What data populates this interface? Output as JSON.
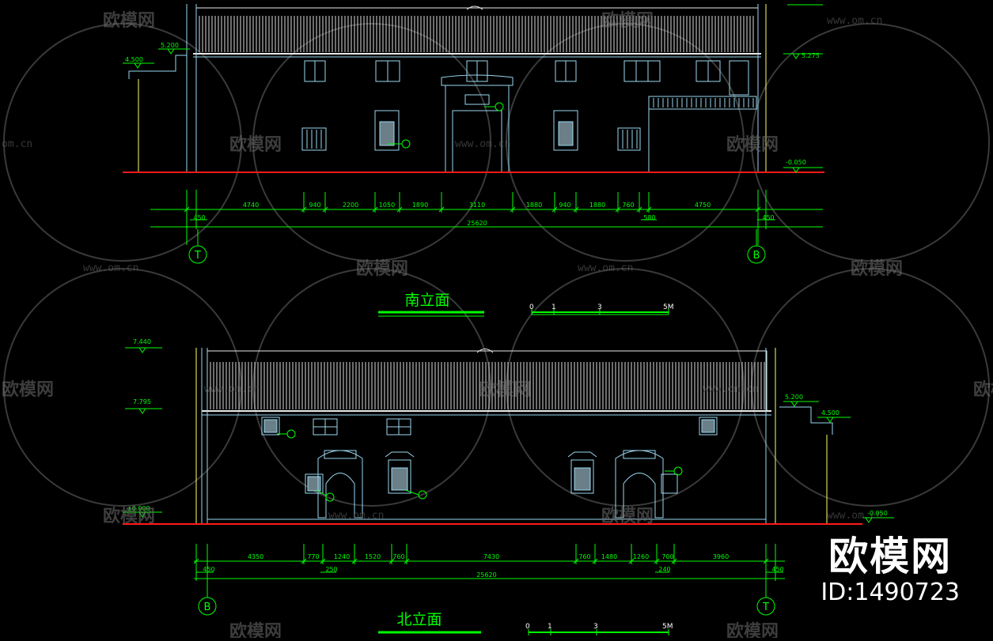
{
  "drawings": {
    "south": {
      "title": "南立面",
      "dims_top": [
        "4740",
        "940",
        "2200",
        "1050",
        "1890",
        "3110",
        "1880",
        "940",
        "1880",
        "760",
        "4750"
      ],
      "dims_small": [
        "450",
        "580",
        "450"
      ],
      "total": "25620",
      "axis_left": "T",
      "axis_right": "B",
      "levels": [
        "5.200",
        "4.500",
        "5.275",
        "-0.050"
      ],
      "scale": [
        "0",
        "1",
        "3",
        "5M"
      ]
    },
    "north": {
      "title": "北立面",
      "dims_top": [
        "4350",
        "770",
        "1240",
        "1520",
        "760",
        "7430",
        "760",
        "1480",
        "1260",
        "700",
        "3960"
      ],
      "dims_small": [
        "450",
        "250",
        "240",
        "450"
      ],
      "total": "25620",
      "axis_left": "B",
      "axis_right": "T",
      "levels": [
        "7.440",
        "7.795",
        "5.200",
        "4.500",
        "±0.000",
        "-0.050"
      ],
      "scale": [
        "0",
        "1",
        "3",
        "5M"
      ]
    }
  },
  "watermark": {
    "brand": "欧模网",
    "url": "www.om.cn",
    "url_short": "om.cn",
    "id": "ID:1490723"
  },
  "colors": {
    "dimension": "#00ff00",
    "wall": "#9ad8f0",
    "roof": "#e8e8e8",
    "ground": "#ff1a1a",
    "column": "#ffff66"
  }
}
